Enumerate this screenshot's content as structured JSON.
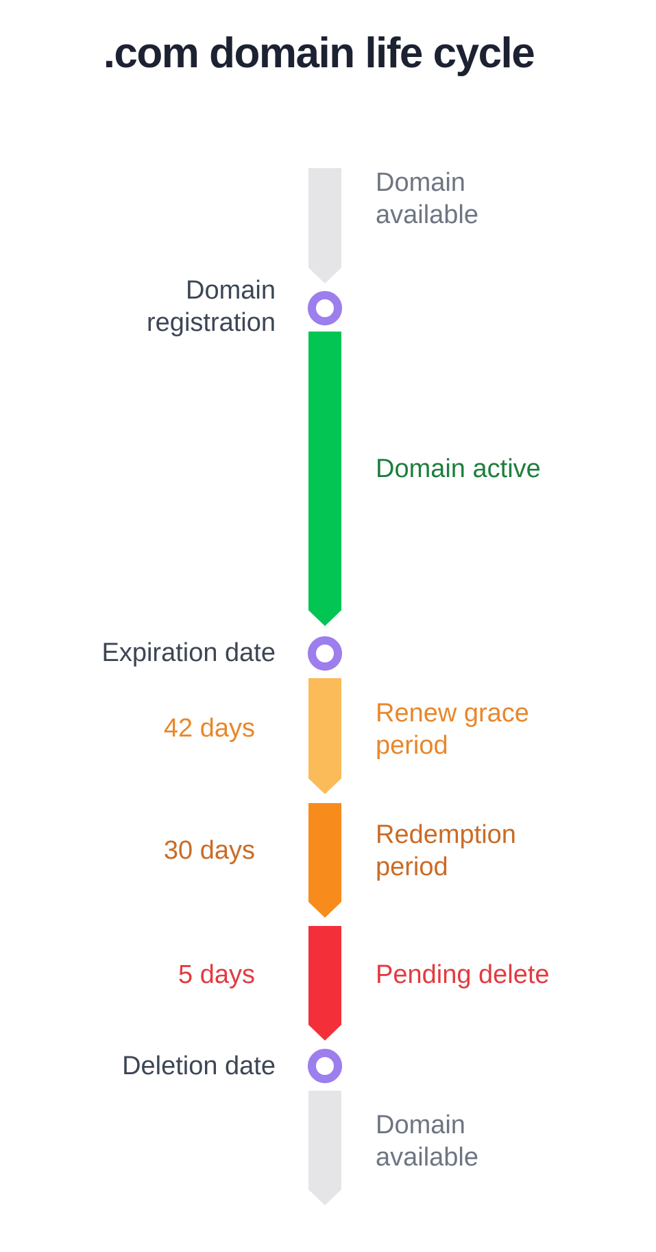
{
  "page": {
    "title": ".com domain life cycle"
  },
  "colors": {
    "background": "#ffffff",
    "title": "#1c2232",
    "milestone_ring": "#9c7eec",
    "event_label": "#3d4654",
    "neutral_bar": "#e5e5e8",
    "neutral_text": "#6e7582",
    "active_bar": "#02c553",
    "active_text": "#1e7e3e",
    "renew_bar": "#fabb58",
    "renew_text": "#e8872b",
    "redemption_bar": "#f78c1c",
    "redemption_text": "#ca6b26",
    "pending_bar": "#f3303a",
    "pending_text": "#e23a41"
  },
  "timeline": {
    "phases": {
      "available_top": {
        "label": "Domain available"
      },
      "active": {
        "label": "Domain active"
      },
      "renew": {
        "label": "Renew grace period",
        "duration": "42 days"
      },
      "redemption": {
        "label": "Redemption period",
        "duration": "30 days"
      },
      "pending": {
        "label": "Pending delete",
        "duration": "5 days"
      },
      "available_bottom": {
        "label": "Domain available"
      }
    },
    "milestones": {
      "registration": {
        "label": "Domain registration"
      },
      "expiration": {
        "label": "Expiration date"
      },
      "deletion": {
        "label": "Deletion date"
      }
    }
  }
}
